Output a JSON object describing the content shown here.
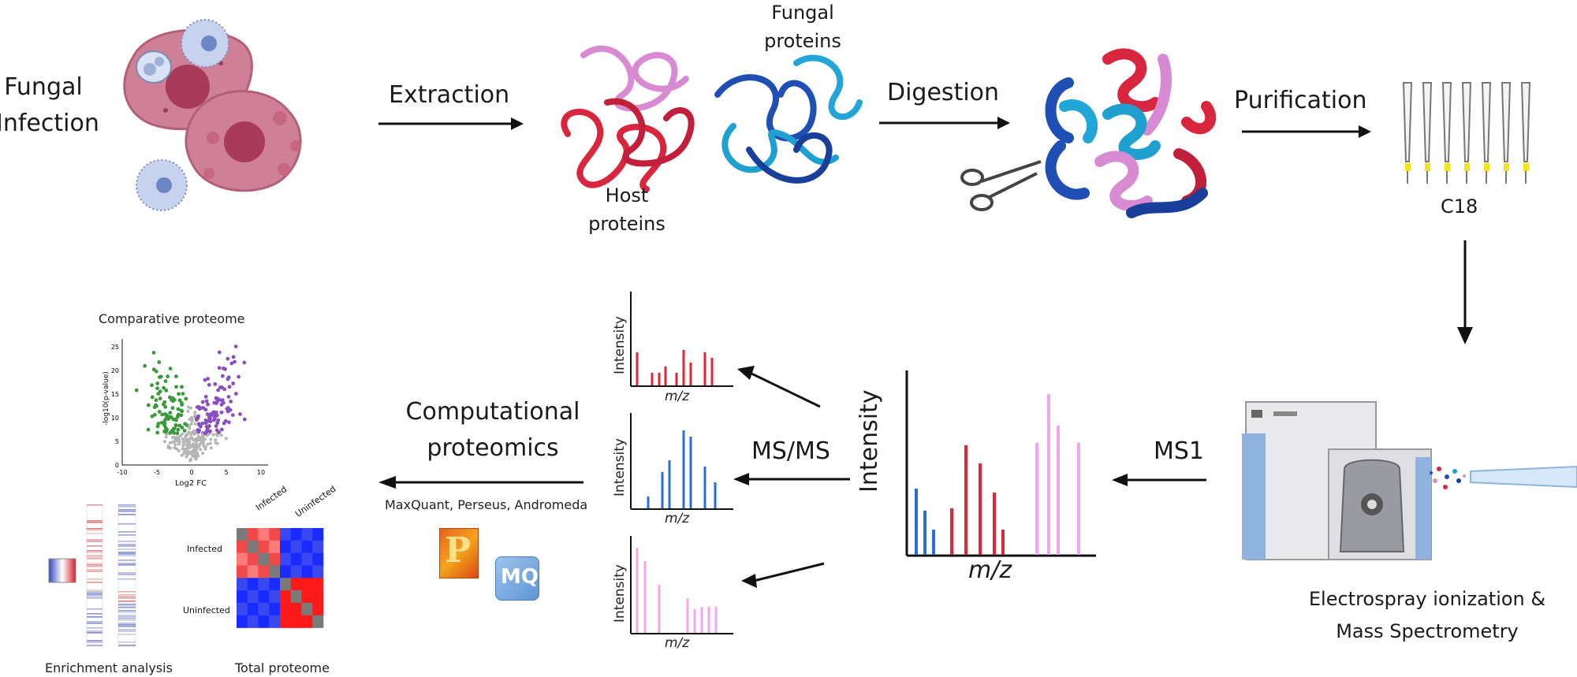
{
  "steps": {
    "infection": "Fungal\nInfection",
    "extraction": "Extraction",
    "fungal_proteins": "Fungal\nproteins",
    "host_proteins": "Host\nproteins",
    "digestion": "Digestion",
    "purification": "Purification",
    "c18": "C18",
    "esi_ms": "Electrospray ionization &\nMass Spectrometry",
    "ms1": "MS1",
    "msms": "MS/MS",
    "computational": "Computational\nproteomics",
    "tools": "MaxQuant, Perseus, Andromeda"
  },
  "plots": {
    "intensity": "Intensity",
    "mz": "m/z",
    "comparative_title": "Comparative proteome",
    "volcano_xlabel": "Log2 FC",
    "volcano_ylabel": "-log10(p-value)",
    "volcano_xticks": [
      "-10",
      "-5",
      "0",
      "5",
      "10"
    ],
    "volcano_yticks": [
      "0",
      "5",
      "10",
      "15",
      "20",
      "25"
    ],
    "enrichment": "Enrichment analysis",
    "total_proteome": "Total proteome",
    "infected": "Infected",
    "uninfected": "Uninfected"
  },
  "logos": {
    "perseus": "P",
    "maxquant": "MQ"
  },
  "colors": {
    "host": "#d7263d",
    "fungal_dark": "#1f4fb5",
    "fungal_light": "#1fa0d0",
    "pink": "#e58fd6",
    "ms_blue": "#2a6fd6",
    "ms_red": "#e0263a",
    "ms_pink": "#f2a6ef",
    "green": "#3a9a3a",
    "purple": "#8a4fbf"
  }
}
